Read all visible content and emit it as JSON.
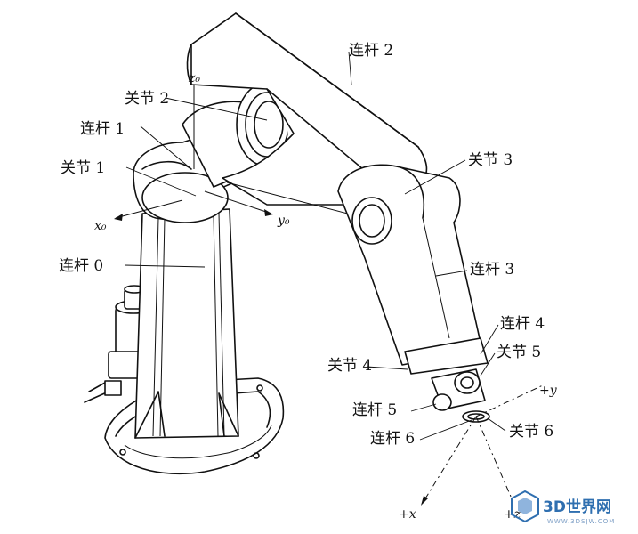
{
  "labels": {
    "joint2": "关节 2",
    "link1": "连杆 1",
    "joint1": "关节 1",
    "link0": "连杆 0",
    "link2": "连杆 2",
    "joint3": "关节 3",
    "link3": "连杆 3",
    "link4": "连杆 4",
    "joint5": "关节 5",
    "joint4": "关节 4",
    "link5": "连杆 5",
    "link6": "连杆 6",
    "joint6": "关节 6"
  },
  "axes": {
    "z0": "z₀",
    "x0": "x₀",
    "y0": "y₀",
    "plus_y": "+y",
    "plus_x": "+x",
    "plus_z": "+z"
  },
  "watermark": {
    "title": "3D世界网",
    "url": "WWW.3DSJW.COM"
  }
}
